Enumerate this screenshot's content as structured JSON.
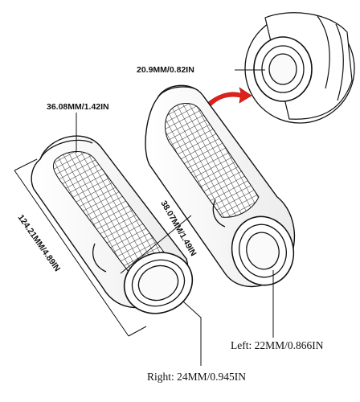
{
  "labels": {
    "zoom_inner_diameter": "20.9MM/0.82IN",
    "end_diameter": "36.08MM/1.42IN",
    "mid_diameter": "38.07MM/1.49IN",
    "length": "124.21MM/4.89IN",
    "left_inner": "Left: 22MM/0.866IN",
    "right_inner": "Right: 24MM/0.945IN"
  },
  "colors": {
    "line": "#111111",
    "arrow": "#e0201a"
  }
}
